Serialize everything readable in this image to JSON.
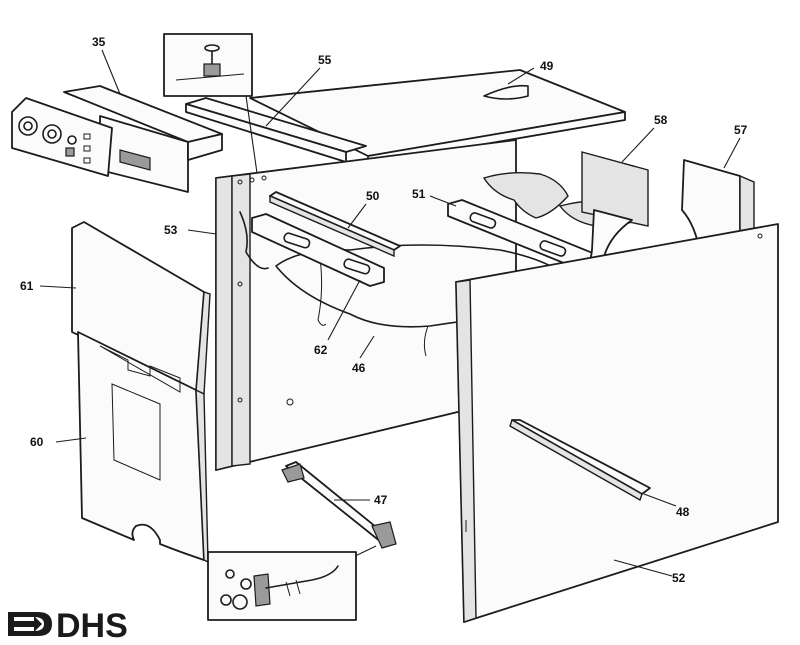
{
  "logo": {
    "text": "DHS"
  },
  "labels": [
    {
      "id": "35",
      "text": "35"
    },
    {
      "id": "55",
      "text": "55"
    },
    {
      "id": "49",
      "text": "49"
    },
    {
      "id": "58",
      "text": "58"
    },
    {
      "id": "57",
      "text": "57"
    },
    {
      "id": "50",
      "text": "50"
    },
    {
      "id": "51",
      "text": "51"
    },
    {
      "id": "53",
      "text": "53"
    },
    {
      "id": "61",
      "text": "61"
    },
    {
      "id": "62",
      "text": "62"
    },
    {
      "id": "46",
      "text": "46"
    },
    {
      "id": "60",
      "text": "60"
    },
    {
      "id": "47",
      "text": "47"
    },
    {
      "id": "48",
      "text": "48"
    },
    {
      "id": "52",
      "text": "52"
    }
  ]
}
